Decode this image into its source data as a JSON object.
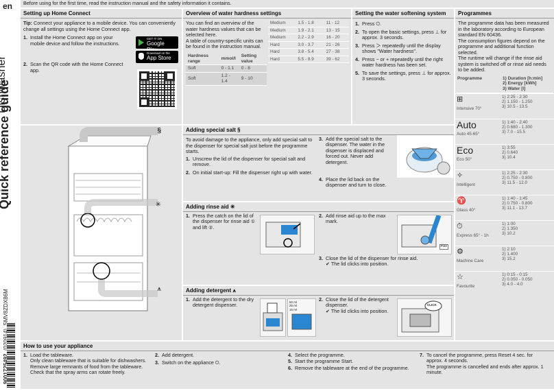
{
  "lang": "en",
  "side_title": "Dishwasher",
  "side_guide": "Quick reference guide",
  "side_code": "9001725492",
  "side_date": "(020914)",
  "side_model": "SMV8ZDX86M",
  "top_note": "Before using for the first time, read the instruction manual and the safety information it contains.",
  "home": {
    "title": "Setting up Home Connect",
    "tip_label": "Tip:",
    "tip": "Connect your appliance to a mobile device. You can conveniently change all settings using the Home Connect app.",
    "s1": "Install the Home Connect app on your mobile device and follow the instructions.",
    "s2": "Scan the QR code with the Home Connect app.",
    "gp_small": "GET IT ON",
    "gp": "Google Play",
    "as_small": "Download on the",
    "as": "App Store"
  },
  "hardness": {
    "title": "Overview of water hardness settings",
    "text": "You can find an overview of the water hardness values that can be selected here.",
    "text2": "A table of country-specific units can be found in the instruction manual.",
    "h1": "Hardness range",
    "h2": "mmol/l",
    "h3": "Setting value",
    "rows": [
      [
        "Soft",
        "0 - 1.1",
        "0 - 8"
      ],
      [
        "Soft",
        "1.2 - 1.4",
        "9 - 10"
      ]
    ],
    "rows2": [
      [
        "Medium",
        "1.5 - 1.8",
        "11 - 12"
      ],
      [
        "Medium",
        "1.9 - 2.1",
        "13 - 15"
      ],
      [
        "Medium",
        "2.2 - 2.9",
        "16 - 20"
      ],
      [
        "Hard",
        "3.0 - 3.7",
        "21 - 26"
      ],
      [
        "Hard",
        "3.8 - 5.4",
        "27 - 38"
      ],
      [
        "Hard",
        "5.5 - 8.9",
        "39 - 62"
      ]
    ]
  },
  "softening": {
    "title": "Setting the water softening system",
    "s1": "Press ⏻.",
    "s2": "To open the basic settings, press ⊥ for approx. 3 seconds.",
    "s3": "Press ＞ repeatedly until the display shows \"Water hardness\".",
    "s4": "Press − or + repeatedly until the right water hardness has been set.",
    "s5": "To save the settings, press ⊥ for approx. 3 seconds."
  },
  "programmes": {
    "title": "Programmes",
    "text": "The programme data has been measured in the laboratory according to European standard EN 60436.",
    "text2": "The consumption figures depend on the programme and additional function selected.",
    "text3": "The runtime will change if the rinse aid system is switched off or rinse aid needs to be added.",
    "col1": "Programme",
    "col2a": "1) Duration [h:min]",
    "col2b": "2) Energy [kWh]",
    "col2c": "3) Water [l]",
    "items": [
      {
        "name": "Intensive 70°",
        "icon": "pot-icon",
        "sym": "⊞",
        "v1": "1) 2:25 - 2:30",
        "v2": "2) 1.150 - 1.250",
        "v3": "3) 10.5 - 13.5"
      },
      {
        "name": "Auto 45-65°",
        "icon": "auto-icon",
        "sym": "Auto",
        "v1": "1) 1:40 - 2:40",
        "v2": "2) 0.680 - 1.300",
        "v3": "3) 7.0 - 15.5"
      },
      {
        "name": "Eco 50°",
        "icon": "eco-icon",
        "sym": "Eco",
        "v1": "1) 3:55",
        "v2": "2) 0.640",
        "v3": "3) 10.4"
      },
      {
        "name": "Intelligent",
        "icon": "intelligent-icon",
        "sym": "✧",
        "v1": "1) 2:25 - 2:30",
        "v2": "2) 0.750 - 0.800",
        "v3": "3) 11.5 - 12.0"
      },
      {
        "name": "Glass 40°",
        "icon": "glass-icon",
        "sym": "♈",
        "v1": "1) 1:40 - 1:45",
        "v2": "2) 0.750 - 0.800",
        "v3": "3) 11.1 - 13.7"
      },
      {
        "name": "Express 65° - 1h",
        "icon": "express-icon",
        "sym": "⏱",
        "v1": "1) 1:00",
        "v2": "2) 1.350",
        "v3": "3) 10.2"
      },
      {
        "name": "Machine Care",
        "icon": "machine-care-icon",
        "sym": "⚙",
        "v1": "1) 2:10",
        "v2": "2) 1.400",
        "v3": "3) 15.2"
      },
      {
        "name": "Favourite",
        "icon": "star-icon",
        "sym": "☆",
        "v1": "1) 0:15 - 0:15",
        "v2": "2) 0.050 - 0.050",
        "v3": "3) 4.0 - 4.0"
      }
    ]
  },
  "salt": {
    "title": "Adding special salt",
    "intro": "To avoid damage to the appliance, only add special salt to the dispenser for special salt just before the programme starts.",
    "s1": "Unscrew the lid of the dispenser for special salt and remove.",
    "s2": "On initial start-up: Fill the dispenser right up with water.",
    "s3": "Add the special salt to the dispenser. The water in the dispenser is displaced and forced out. Never add detergent.",
    "s4": "Place the lid back on the dispenser and turn to close."
  },
  "rinse": {
    "title": "Adding rinse aid",
    "s1": "Press the catch on the lid of the dispenser for rinse aid ① and lift ②.",
    "s2": "Add rinse aid up to the max mark.",
    "s3": "Close the lid of the dispenser for rinse aid.",
    "c3": "The lid clicks into position.",
    "max_label": "max"
  },
  "detergent": {
    "title": "Adding detergent",
    "s1": "Add the detergent to the dry detergent dispenser.",
    "s2": "Close the lid of the detergent dispenser.",
    "c2": "The lid clicks into position.",
    "ml50": "50 ml",
    "ml25": "25 ml",
    "ml15": "15 ml",
    "click": "CLICK"
  },
  "howto": {
    "title": "How to use your appliance",
    "s1": "Load the tableware.",
    "s1b": "Only clean tableware that is suitable for dishwashers. Remove large remnants of food from the tableware. Check that the spray arms can rotate freely.",
    "s2": "Add detergent.",
    "s3": "Switch on the appliance ⏻.",
    "s4": "Select the programme.",
    "s5": "Start the programme Start.",
    "s6": "Remove the tableware at the end of the programme.",
    "s7": "To cancel the programme, press Reset 4 sec. for approx. 4 seconds.",
    "s7b": "The programme is cancelled and ends after approx. 1 minute."
  }
}
